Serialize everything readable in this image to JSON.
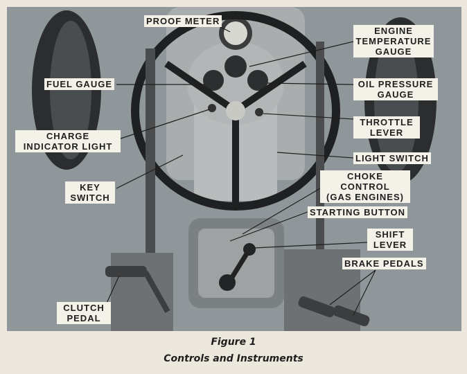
{
  "callouts": {
    "proof_meter": "PROOF METER",
    "engine_temperature_gauge": "ENGINE\nTEMPERATURE\nGAUGE",
    "fuel_gauge": "FUEL GAUGE",
    "oil_pressure_gauge": "OIL PRESSURE\nGAUGE",
    "throttle_lever": "THROTTLE\nLEVER",
    "charge_indicator_light": "CHARGE\nINDICATOR LIGHT",
    "light_switch": "LIGHT SWITCH",
    "key_switch": "KEY\nSWITCH",
    "choke_control": "CHOKE\nCONTROL\n(GAS ENGINES)",
    "starting_button": "STARTING BUTTON",
    "shift_lever": "SHIFT\nLEVER",
    "brake_pedals": "BRAKE PEDALS",
    "clutch_pedal": "CLUTCH\nPEDAL"
  },
  "caption": {
    "figure": "Figure 1",
    "title": "Controls and Instruments"
  }
}
